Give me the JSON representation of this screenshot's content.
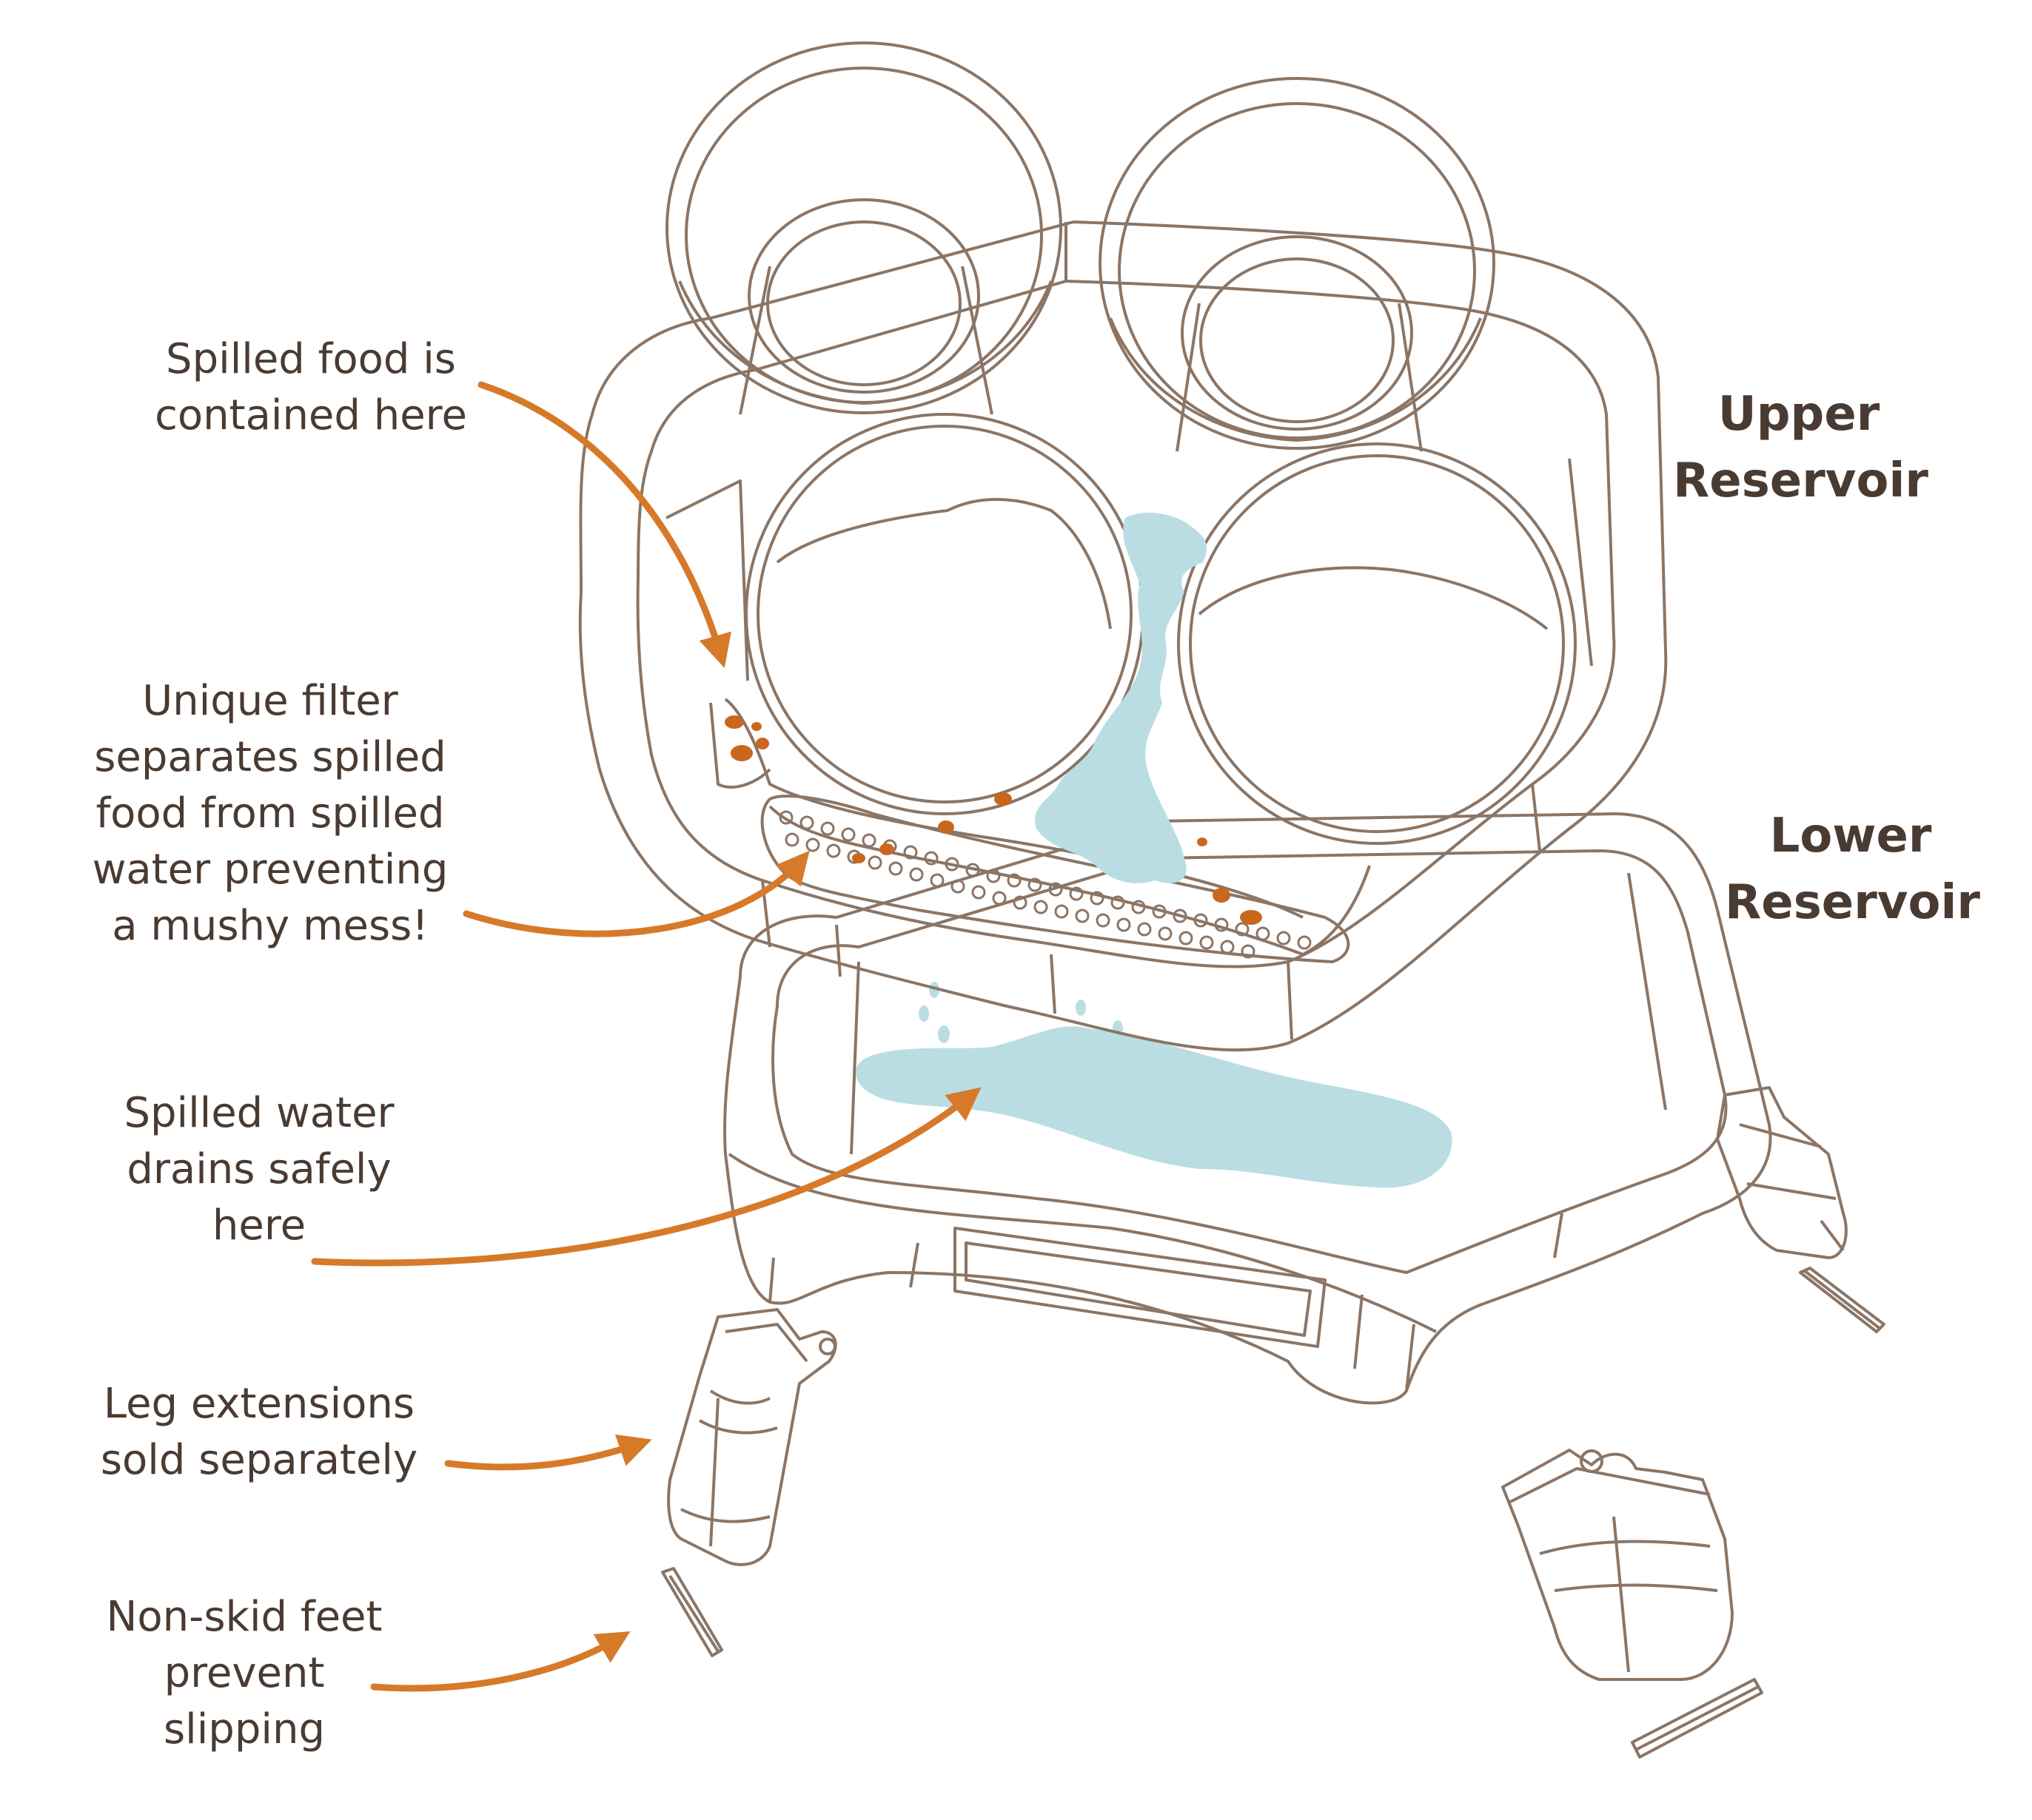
{
  "labels": {
    "upper_reservoir": [
      "Upper",
      "Reservoir"
    ],
    "lower_reservoir": [
      "Lower",
      "Reservoir"
    ]
  },
  "callouts": {
    "spilled_food": [
      "Spilled food is",
      "contained here"
    ],
    "filter": [
      "Unique filter",
      "separates spilled",
      "food from spilled",
      "water preventing",
      "a mushy mess!"
    ],
    "spilled_water": [
      "Spilled water",
      "drains safely",
      "here"
    ],
    "leg_extensions": [
      "Leg extensions",
      "sold separately"
    ],
    "non_skid_feet": [
      "Non-skid feet",
      "prevent",
      "slipping"
    ]
  },
  "colors": {
    "line_art": "#8b7565",
    "text": "#4a3b32",
    "arrow": "#d67a2a",
    "water": "#b9dde3",
    "food": "#c9671e"
  }
}
